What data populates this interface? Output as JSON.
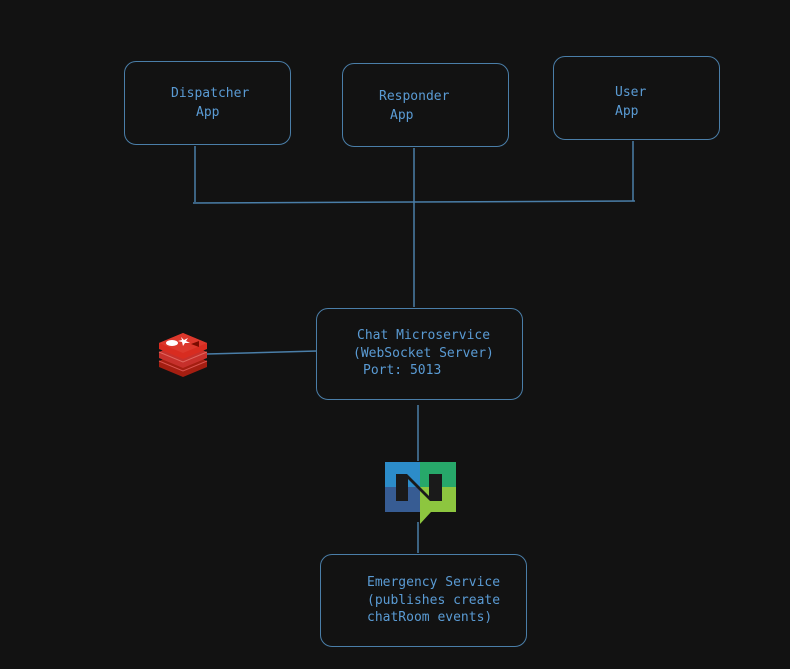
{
  "diagram": {
    "dispatcher": {
      "line1": "Dispatcher",
      "line2": "App"
    },
    "responder": {
      "line1": "Responder",
      "line2": "App"
    },
    "user": {
      "line1": "User",
      "line2": "App"
    },
    "chat": {
      "line1": "Chat Microservice",
      "line2": "(WebSocket Server)",
      "line3": "Port: 5013"
    },
    "emergency": {
      "line1": "Emergency Service",
      "line2": "(publishes create",
      "line3": "chatRoom events)"
    }
  },
  "icons": {
    "cache": "redis-icon",
    "broker": "nats-icon"
  },
  "colors": {
    "background": "#121212",
    "stroke": "#4a7ea8",
    "text": "#5a9bd4",
    "redis": "#c6302b",
    "nats_blue": "#2c8cc9",
    "nats_green": "#27a86a",
    "nats_light_green": "#8dc63f",
    "nats_dark_blue": "#375c93"
  }
}
